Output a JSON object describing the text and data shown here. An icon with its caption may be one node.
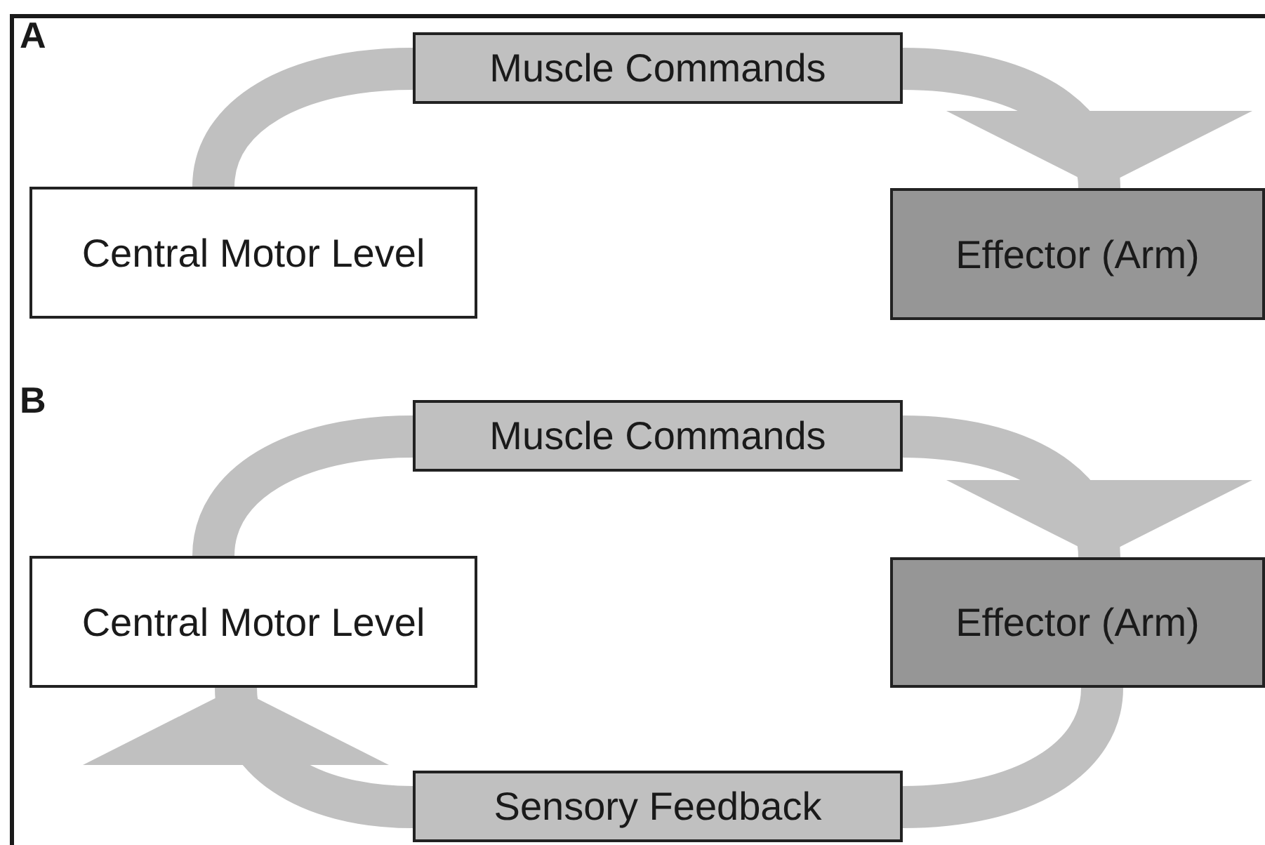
{
  "diagram": {
    "nodes": [
      {
        "text": [
          "Central Motor Level"
        ]
      },
      {
        "text": [
          "Muscle Commands"
        ]
      },
      {
        "text": [
          "Effector (Arm)"
        ]
      },
      {
        "text": [
          "Muscle Commands"
        ]
      },
      {
        "text": [
          "Central Motor Level"
        ]
      },
      {
        "text": [
          "Effector (Arm)"
        ]
      },
      {
        "text": [
          "Sensory Feedback"
        ]
      }
    ],
    "edges": [
      {
        "from": 0,
        "to": 1,
        "arrow": "none"
      },
      {
        "from": 1,
        "to": 2,
        "arrow": "to"
      },
      {
        "from": 4,
        "to": 3,
        "arrow": "none"
      },
      {
        "from": 3,
        "to": 5,
        "arrow": "to"
      },
      {
        "from": 5,
        "to": 6,
        "arrow": "none"
      },
      {
        "from": 6,
        "to": 4,
        "arrow": "to"
      }
    ],
    "labels": [
      "A",
      "B"
    ]
  }
}
